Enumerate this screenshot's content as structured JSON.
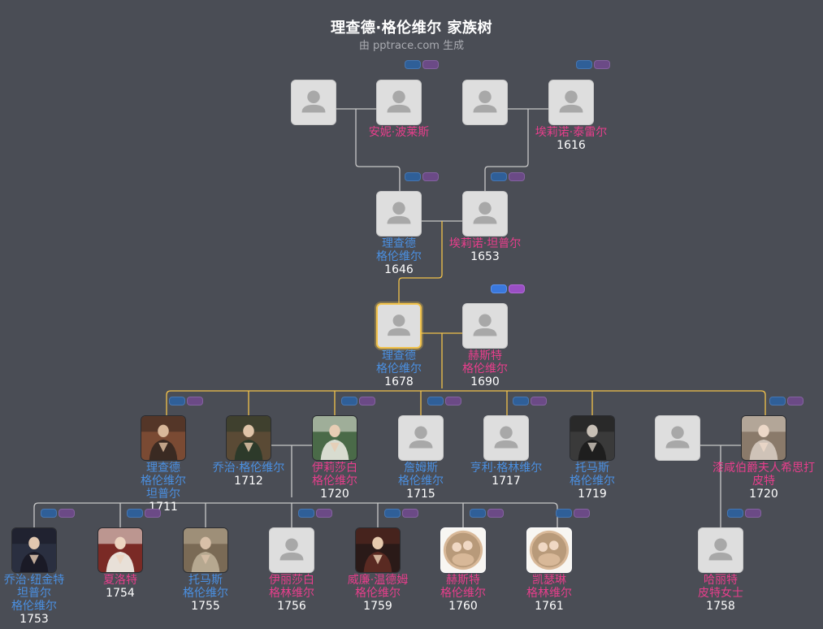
{
  "title": "理查德·格伦维尔 家族树",
  "subtitle": "由 pptrace.com 生成",
  "colors": {
    "background": "#4a4d55",
    "male": "#4a90e2",
    "female": "#e83e8c",
    "line": "#c8c8c8",
    "highlight_line": "#f2c24a"
  },
  "people": [
    {
      "id": "gp1",
      "gender": "male",
      "name": "",
      "year": "",
      "photo": "blank",
      "icon": "person-silhouette-icon"
    },
    {
      "id": "gp2",
      "gender": "female",
      "name": "安妮·波莱斯",
      "year": "",
      "photo": "blank",
      "icon": "person-silhouette-icon"
    },
    {
      "id": "gp3",
      "gender": "male",
      "name": "",
      "year": "",
      "photo": "blank",
      "icon": "person-silhouette-icon"
    },
    {
      "id": "gp4",
      "gender": "female",
      "name": "埃莉诺·泰雷尔",
      "year": "1616",
      "photo": "blank",
      "icon": "person-silhouette-icon"
    },
    {
      "id": "p1",
      "gender": "male",
      "name": "理查德\n格伦维尔",
      "year": "1646",
      "photo": "blank",
      "icon": "person-silhouette-icon"
    },
    {
      "id": "p2",
      "gender": "female",
      "name": "埃莉诺·坦普尔",
      "year": "1653",
      "photo": "blank",
      "icon": "person-silhouette-icon"
    },
    {
      "id": "self",
      "gender": "male",
      "name": "理查德\n格伦维尔",
      "year": "1678",
      "photo": "blank",
      "icon": "person-silhouette-icon",
      "selected": true
    },
    {
      "id": "spouse",
      "gender": "female",
      "name": "赫斯特\n格伦维尔",
      "year": "1690",
      "photo": "blank",
      "icon": "person-silhouette-icon"
    },
    {
      "id": "c1",
      "gender": "male",
      "name": "理查德\n格伦维尔\n坦普尔",
      "year": "1711",
      "photo": "portrait",
      "icon": "portrait-painting-icon"
    },
    {
      "id": "c2",
      "gender": "male",
      "name": "乔治·格伦维尔",
      "year": "1712",
      "photo": "portrait",
      "icon": "portrait-painting-icon"
    },
    {
      "id": "c3",
      "gender": "female",
      "name": "伊莉莎白\n格伦维尔",
      "year": "1720",
      "photo": "portrait",
      "icon": "portrait-painting-icon"
    },
    {
      "id": "c4",
      "gender": "male",
      "name": "詹姆斯\n格伦维尔",
      "year": "1715",
      "photo": "blank",
      "icon": "person-silhouette-icon"
    },
    {
      "id": "c5",
      "gender": "male",
      "name": "亨利·格林维尔",
      "year": "1717",
      "photo": "blank",
      "icon": "person-silhouette-icon"
    },
    {
      "id": "c6",
      "gender": "male",
      "name": "托马斯\n格伦维尔",
      "year": "1719",
      "photo": "portrait",
      "icon": "portrait-painting-icon"
    },
    {
      "id": "c7",
      "gender": "male",
      "name": "",
      "year": "",
      "photo": "blank",
      "icon": "person-silhouette-icon"
    },
    {
      "id": "c8",
      "gender": "female",
      "name": "漆咸伯爵夫人希思打\n皮特",
      "year": "1720",
      "photo": "portrait",
      "icon": "portrait-painting-icon"
    },
    {
      "id": "g1",
      "gender": "male",
      "name": "乔治·纽金特\n坦普尔\n格伦维尔",
      "year": "1753",
      "photo": "portrait",
      "icon": "portrait-painting-icon"
    },
    {
      "id": "g2",
      "gender": "female",
      "name": "夏洛特",
      "year": "1754",
      "photo": "portrait",
      "icon": "portrait-painting-icon"
    },
    {
      "id": "g3",
      "gender": "male",
      "name": "托马斯\n格伦维尔",
      "year": "1755",
      "photo": "portrait",
      "icon": "portrait-painting-icon"
    },
    {
      "id": "g4",
      "gender": "female",
      "name": "伊丽莎白\n格林维尔",
      "year": "1756",
      "photo": "blank",
      "icon": "person-silhouette-icon"
    },
    {
      "id": "g5",
      "gender": "female",
      "name": "威廉·温德姆\n格伦维尔",
      "year": "1759",
      "photo": "portrait",
      "icon": "portrait-painting-icon"
    },
    {
      "id": "g6",
      "gender": "female",
      "name": "赫斯特\n格伦维尔",
      "year": "1760",
      "photo": "portrait-round",
      "icon": "portrait-painting-icon"
    },
    {
      "id": "g7",
      "gender": "female",
      "name": "凯瑟琳\n格林维尔",
      "year": "1761",
      "photo": "portrait-round",
      "icon": "portrait-painting-icon"
    },
    {
      "id": "g8",
      "gender": "female",
      "name": "哈丽特\n皮特女士",
      "year": "1758",
      "photo": "blank",
      "icon": "person-silhouette-icon"
    }
  ],
  "portrait_palette": {
    "c1": [
      "#7a4a33",
      "#d9b89a",
      "#3a2a22"
    ],
    "c2": [
      "#5a4a35",
      "#e0c4a8",
      "#2d3a2a"
    ],
    "c3": [
      "#4a6a48",
      "#e8cdb4",
      "#d8dcd0"
    ],
    "c6": [
      "#3a3a3a",
      "#c8c0b6",
      "#1e1e1e"
    ],
    "c8": [
      "#8a7a6a",
      "#ecd8c8",
      "#cfc3b8"
    ],
    "g1": [
      "#2a2f40",
      "#e2c8b0",
      "#1a1a26"
    ],
    "g2": [
      "#7a2a25",
      "#ecd4c0",
      "#e8e0d8"
    ],
    "g3": [
      "#7a6a55",
      "#d8c0a8",
      "#b6a890"
    ],
    "g5": [
      "#2a1a18",
      "#e6caae",
      "#5a2a22"
    ],
    "g6": [
      "#b89a7a",
      "#f0d8c4",
      "#d8b898"
    ],
    "g7": [
      "#b89a7a",
      "#f0d8c4",
      "#d8b898"
    ]
  }
}
